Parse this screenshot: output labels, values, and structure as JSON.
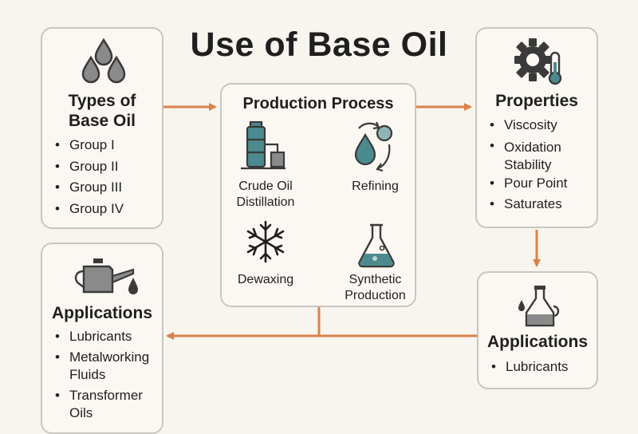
{
  "title": "Use of Base Oil",
  "types": {
    "heading_line1": "Types of",
    "heading_line2": "Base Oil",
    "items": [
      "Group I",
      "Group II",
      "Group III",
      "Group IV"
    ]
  },
  "production": {
    "heading": "Production Process",
    "steps": {
      "distillation_line1": "Crude Oil",
      "distillation_line2": "Distillation",
      "refining": "Refining",
      "dewaxing": "Dewaxing",
      "synthetic_line1": "Synthetic",
      "synthetic_line2": "Production"
    }
  },
  "properties": {
    "heading": "Properties",
    "items": [
      "Viscosity",
      "Oxidation",
      "Stability",
      "Pour Point",
      "Saturates"
    ]
  },
  "applications_left": {
    "heading": "Applications",
    "items": [
      "Lubricants",
      "Metalworking",
      "Fluids",
      "Transformer",
      "Oils"
    ]
  },
  "applications_right": {
    "heading": "Applications",
    "items": [
      "Lubricants"
    ]
  },
  "colors": {
    "arrow": "#d9824a",
    "teal": "#4b8a8f",
    "dark": "#3a3a3a",
    "gray": "#8a8a8a",
    "border": "#c9c6c0"
  },
  "icons": [
    "oil-drops-icon",
    "gear-thermometer-icon",
    "distillation-tower-icon",
    "refining-drop-icon",
    "snowflake-icon",
    "flask-icon",
    "oil-can-icon",
    "oil-bottle-icon"
  ]
}
